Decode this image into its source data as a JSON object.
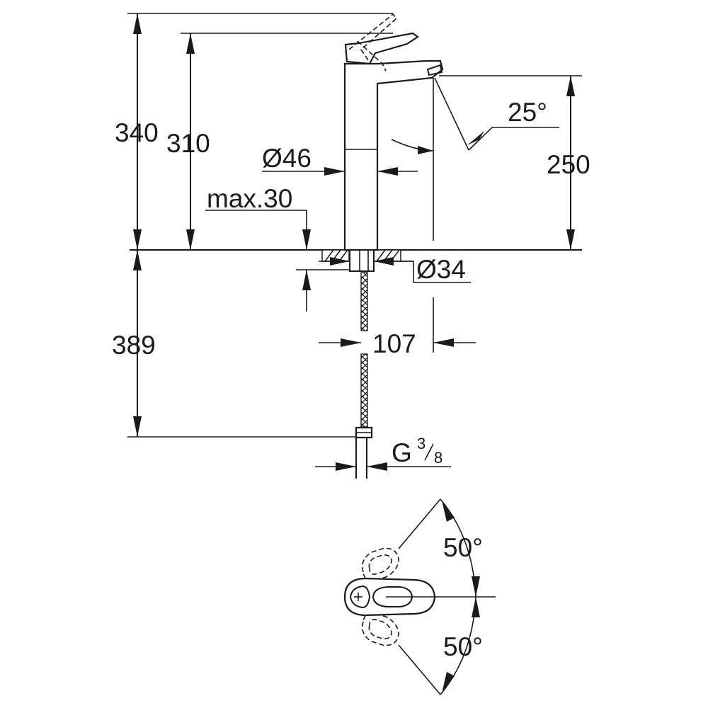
{
  "dimensions": {
    "total_height": "340",
    "lever_height": "310",
    "spout_height": "250",
    "body_diameter": "Ø46",
    "deck_thickness": "max.30",
    "spout_angle": "25°",
    "hole_diameter": "Ø34",
    "hose_length": "389",
    "spout_reach": "107",
    "thread": "G",
    "thread_numerator": "3",
    "thread_denominator": "8",
    "lever_angle_top": "50°",
    "lever_angle_bottom": "50°"
  },
  "colors": {
    "line": "#1a1a1a",
    "background": "#ffffff"
  }
}
